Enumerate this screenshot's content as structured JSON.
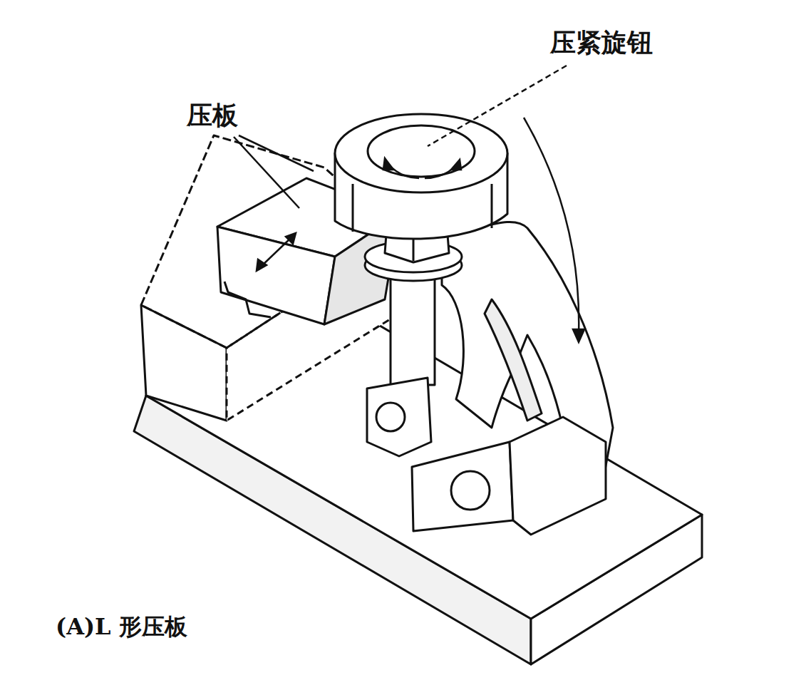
{
  "diagram": {
    "caption": "(A)L 形压板",
    "labels": [
      "压紧旋钮",
      "压板"
    ]
  }
}
